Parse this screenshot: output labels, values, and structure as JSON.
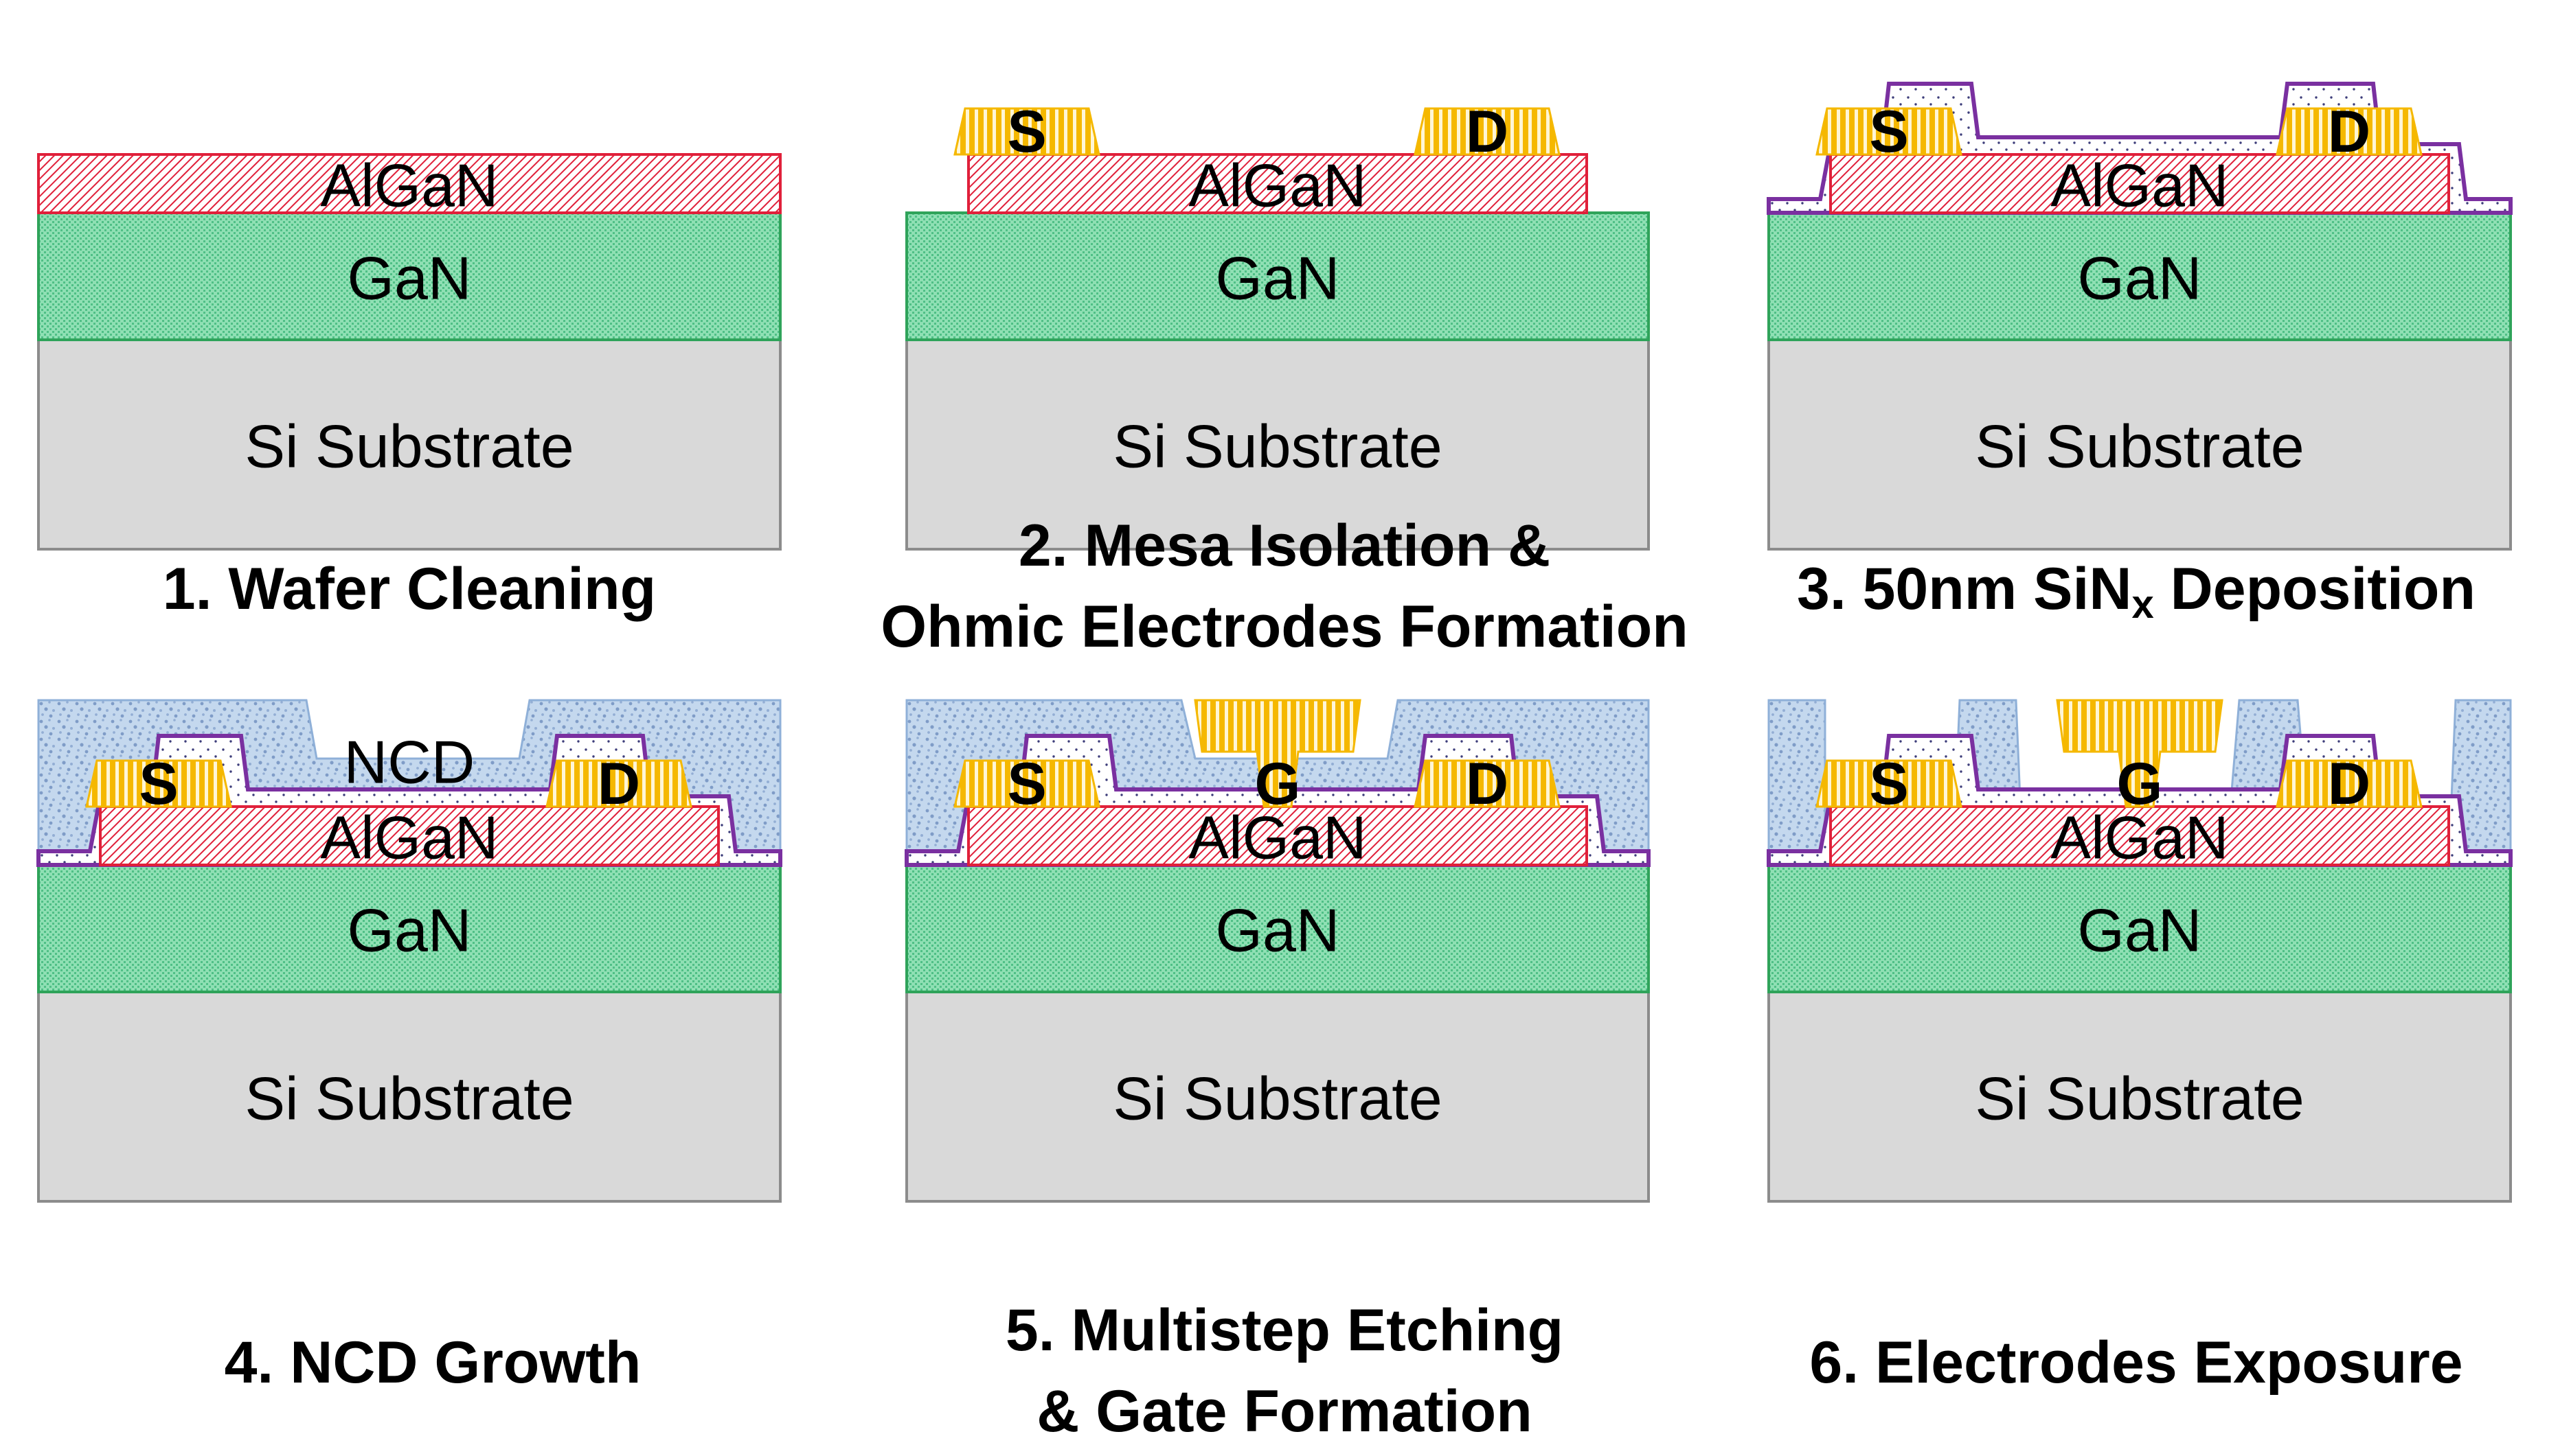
{
  "layers": {
    "algan": "AlGaN",
    "gan": "GaN",
    "si": "Si Substrate",
    "ncd": "NCD"
  },
  "electrodes": {
    "source": "S",
    "drain": "D",
    "gate": "G"
  },
  "steps": [
    {
      "lines": [
        "1. Wafer Cleaning"
      ]
    },
    {
      "lines": [
        "2. Mesa Isolation &",
        "Ohmic Electrodes Formation"
      ]
    },
    {
      "prefix": "3. 50nm SiN",
      "sub": "x",
      "suffix": " Deposition"
    },
    {
      "lines": [
        "4. NCD Growth"
      ]
    },
    {
      "lines": [
        "5. Multistep Etching",
        "& Gate Formation"
      ]
    },
    {
      "lines": [
        "6. Electrodes Exposure"
      ]
    }
  ],
  "colors": {
    "algan_line": "#e0203a",
    "gan_fill": "#8fe0b4",
    "gan_border": "#2fa35a",
    "si_fill": "#d9d9d9",
    "si_border": "#8c8c8c",
    "metal_fill": "#f5b800",
    "sin_line": "#7a30a0",
    "ncd_fill": "#c4d8ee",
    "ncd_dot": "#7f9cc7"
  }
}
